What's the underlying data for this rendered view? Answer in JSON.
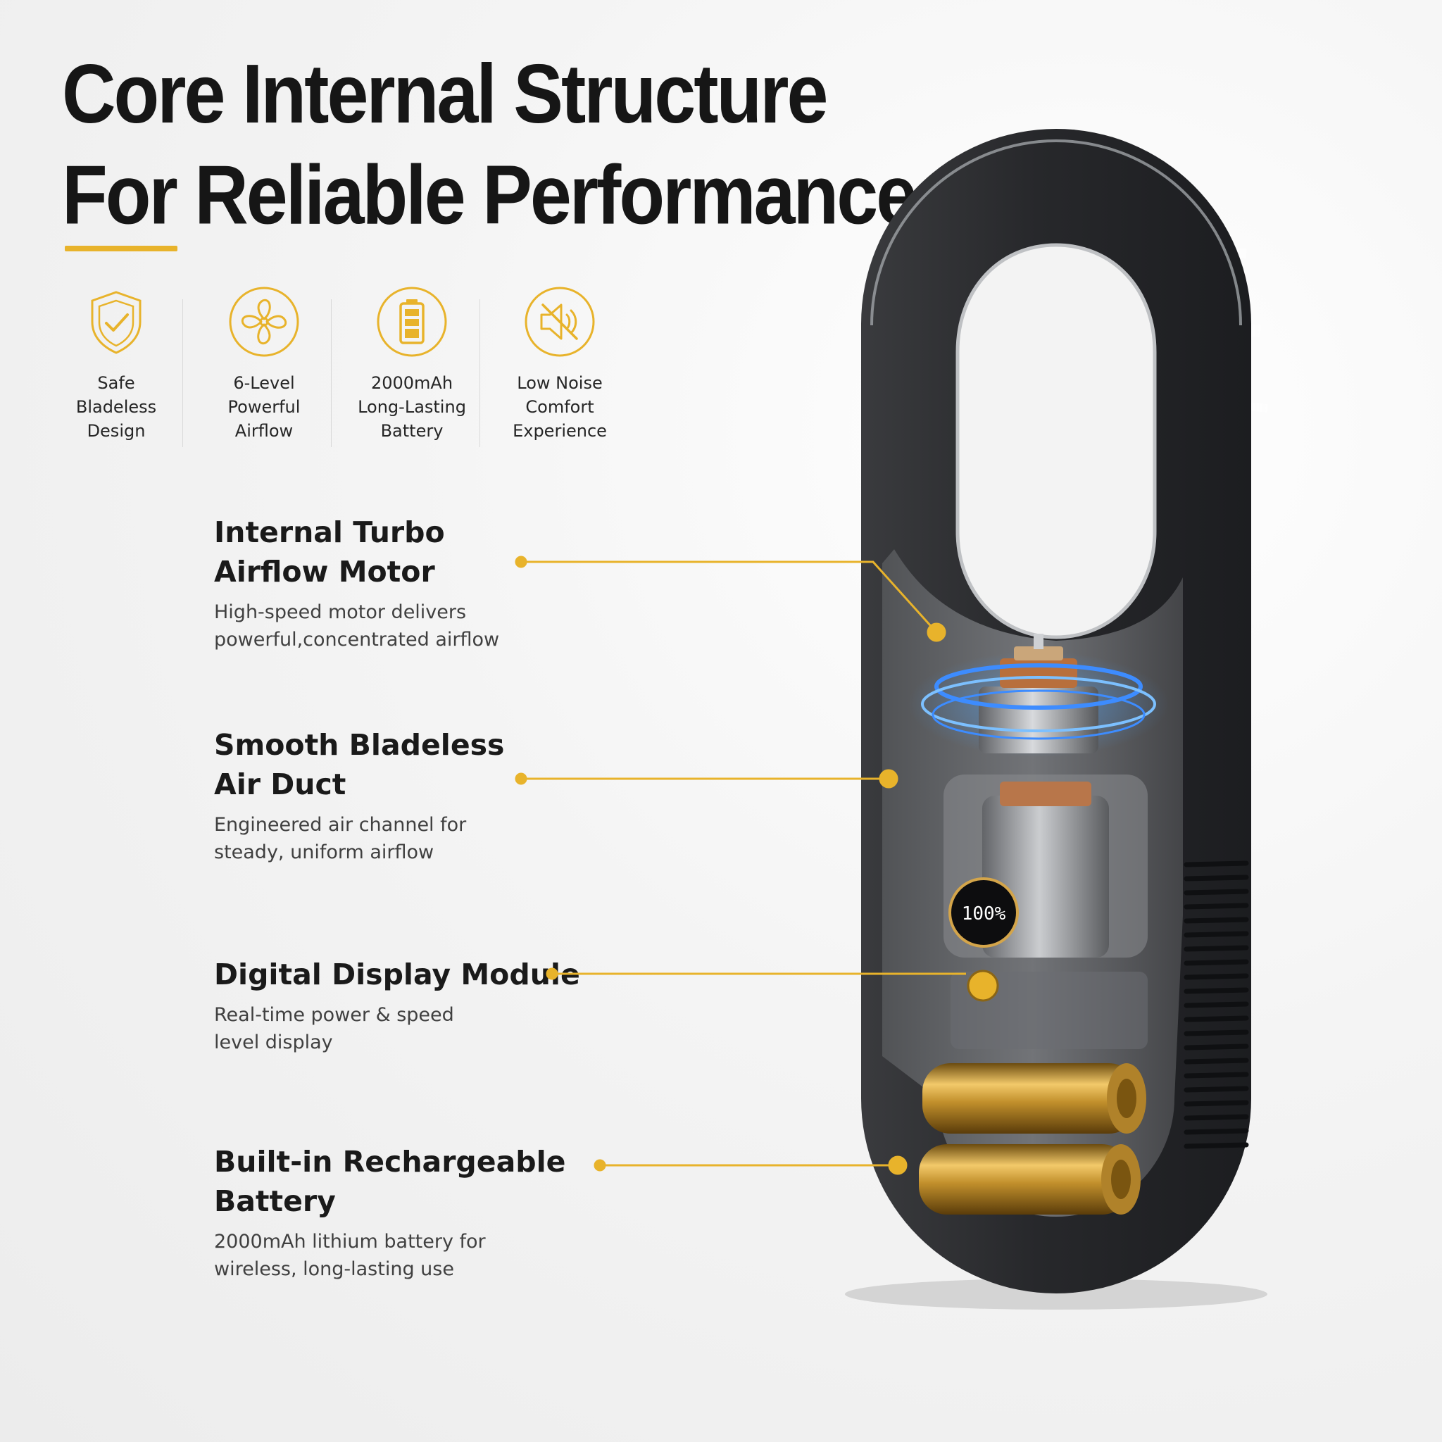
{
  "headline": {
    "line1": "Core Internal Structure",
    "line2": "For Reliable Performance"
  },
  "colors": {
    "accent": "#e8b32b",
    "text": "#1a1a1a",
    "device": "#2b2c2f"
  },
  "features": [
    {
      "icon": "shield-check-icon",
      "label": "Safe\nBladeless\nDesign"
    },
    {
      "icon": "fan-icon",
      "label": "6-Level\nPowerful\nAirflow"
    },
    {
      "icon": "battery-icon",
      "label": "2000mAh\nLong-Lasting\nBattery"
    },
    {
      "icon": "speaker-mute-icon",
      "label": "Low Noise\nComfort\nExperience"
    }
  ],
  "callouts": [
    {
      "title": "Internal Turbo\nAirflow Motor",
      "desc": "High-speed motor delivers\npowerful,concentrated airflow"
    },
    {
      "title": "Smooth Bladeless\nAir Duct",
      "desc": "Engineered air channel for\nsteady, uniform airflow"
    },
    {
      "title": "Digital Display Module",
      "desc": "Real-time power & speed\nlevel display"
    },
    {
      "title": "Built-in Rechargeable\nBattery",
      "desc": "2000mAh lithium battery for\nwireless, long-lasting use"
    }
  ],
  "device": {
    "display_readout": "100%"
  }
}
